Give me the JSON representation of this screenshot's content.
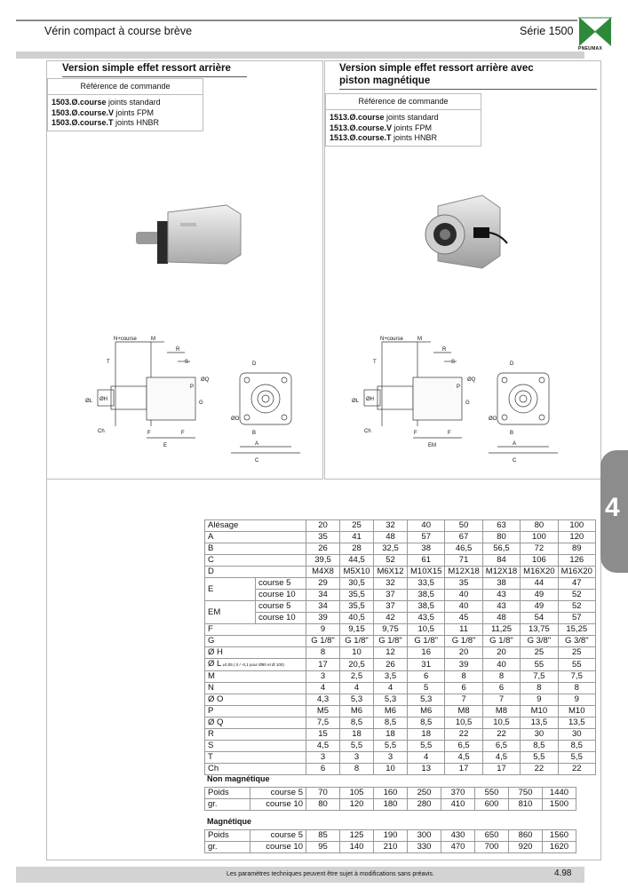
{
  "header": {
    "title": "Vérin compact à course brève",
    "serie": "Série 1500",
    "logo_text": "PNEUMAX"
  },
  "left": {
    "title": "Version simple effet ressort arrière",
    "ref_header": "Référence de commande",
    "refs": [
      {
        "code": "1503.Ø.course",
        "desc": " joints standard"
      },
      {
        "code": "1503.Ø.course.V",
        "desc": " joints FPM"
      },
      {
        "code": "1503.Ø.course.T",
        "desc": " joints HNBR"
      }
    ]
  },
  "right": {
    "title_line1": "Version simple effet ressort arrière avec",
    "title_line2": "piston magnétique",
    "ref_header": "Référence de commande",
    "refs": [
      {
        "code": "1513.Ø.course",
        "desc": " joints standard"
      },
      {
        "code": "1513.Ø.course.V",
        "desc": " joints FPM"
      },
      {
        "code": "1513.Ø.course.T",
        "desc": " joints HNBR"
      }
    ]
  },
  "drawing": {
    "n_course": "N+course",
    "m": "M",
    "r": "R",
    "s": "S",
    "t": "T",
    "p": "P",
    "oq": "ØQ",
    "oh": "ØH",
    "ol": "ØL",
    "g": "G",
    "ch": "Ch",
    "f": "F",
    "e": "E",
    "em": "EM",
    "d": "D",
    "oo": "ØO",
    "b": "B",
    "a": "A",
    "c": "C"
  },
  "tab_number": "4",
  "table": {
    "sizes": [
      "20",
      "25",
      "32",
      "40",
      "50",
      "63",
      "80",
      "100"
    ],
    "rows": [
      {
        "label": "Alésage",
        "sub": "",
        "values": [
          "20",
          "25",
          "32",
          "40",
          "50",
          "63",
          "80",
          "100"
        ]
      },
      {
        "label": "A",
        "sub": "",
        "values": [
          "35",
          "41",
          "48",
          "57",
          "67",
          "80",
          "100",
          "120"
        ]
      },
      {
        "label": "B",
        "sub": "",
        "values": [
          "26",
          "28",
          "32,5",
          "38",
          "46,5",
          "56,5",
          "72",
          "89"
        ]
      },
      {
        "label": "C",
        "sub": "",
        "values": [
          "39,5",
          "44,5",
          "52",
          "61",
          "71",
          "84",
          "106",
          "126"
        ]
      },
      {
        "label": "D",
        "sub": "",
        "values": [
          "M4X8",
          "M5X10",
          "M6X12",
          "M10X15",
          "M12X18",
          "M12X18",
          "M16X20",
          "M16X20"
        ]
      }
    ],
    "e_label": "E",
    "e_rows": [
      {
        "sub": "course 5",
        "values": [
          "29",
          "30,5",
          "32",
          "33,5",
          "35",
          "38",
          "44",
          "47"
        ]
      },
      {
        "sub": "course 10",
        "values": [
          "34",
          "35,5",
          "37",
          "38,5",
          "40",
          "43",
          "49",
          "52"
        ]
      }
    ],
    "em_label": "EM",
    "em_rows": [
      {
        "sub": "course 5",
        "values": [
          "34",
          "35,5",
          "37",
          "38,5",
          "40",
          "43",
          "49",
          "52"
        ]
      },
      {
        "sub": "course 10",
        "values": [
          "39",
          "40,5",
          "42",
          "43,5",
          "45",
          "48",
          "54",
          "57"
        ]
      }
    ],
    "rows2": [
      {
        "label": "F",
        "values": [
          "9",
          "9,15",
          "9,75",
          "10,5",
          "11",
          "11,25",
          "13,75",
          "15,25"
        ]
      },
      {
        "label": "G",
        "values": [
          "G 1/8\"",
          "G 1/8\"",
          "G 1/8\"",
          "G 1/8\"",
          "G 1/8\"",
          "G 1/8\"",
          "G 3/8\"",
          "G 3/8\""
        ]
      },
      {
        "label": "Ø H",
        "values": [
          "8",
          "10",
          "12",
          "16",
          "20",
          "20",
          "25",
          "25"
        ]
      },
      {
        "label": "Ø L",
        "note": "±0,05 ( 0 / -0,1 pour Ø80 et Ø 100)",
        "values": [
          "17",
          "20,5",
          "26",
          "31",
          "39",
          "40",
          "55",
          "55"
        ]
      },
      {
        "label": "M",
        "values": [
          "3",
          "2,5",
          "3,5",
          "6",
          "8",
          "8",
          "7,5",
          "7,5"
        ]
      },
      {
        "label": "N",
        "values": [
          "4",
          "4",
          "4",
          "5",
          "6",
          "6",
          "8",
          "8"
        ]
      },
      {
        "label": "Ø O",
        "values": [
          "4,3",
          "5,3",
          "5,3",
          "5,3",
          "7",
          "7",
          "9",
          "9"
        ]
      },
      {
        "label": "P",
        "values": [
          "M5",
          "M6",
          "M6",
          "M6",
          "M8",
          "M8",
          "M10",
          "M10"
        ]
      },
      {
        "label": "Ø Q",
        "values": [
          "7,5",
          "8,5",
          "8,5",
          "8,5",
          "10,5",
          "10,5",
          "13,5",
          "13,5"
        ]
      },
      {
        "label": "R",
        "values": [
          "15",
          "18",
          "18",
          "18",
          "22",
          "22",
          "30",
          "30"
        ]
      },
      {
        "label": "S",
        "values": [
          "4,5",
          "5,5",
          "5,5",
          "5,5",
          "6,5",
          "6,5",
          "8,5",
          "8,5"
        ]
      },
      {
        "label": "T",
        "values": [
          "3",
          "3",
          "3",
          "4",
          "4,5",
          "4,5",
          "5,5",
          "5,5"
        ]
      },
      {
        "label": "Ch",
        "values": [
          "6",
          "8",
          "10",
          "13",
          "17",
          "17",
          "22",
          "22"
        ]
      }
    ]
  },
  "weights": {
    "non_mag_title": "Non magnétique",
    "mag_title": "Magnétique",
    "poids": "Poids",
    "gr": "gr.",
    "non_mag": [
      {
        "sub": "course 5",
        "values": [
          "70",
          "105",
          "160",
          "250",
          "370",
          "550",
          "750",
          "1440"
        ]
      },
      {
        "sub": "course 10",
        "values": [
          "80",
          "120",
          "180",
          "280",
          "410",
          "600",
          "810",
          "1500"
        ]
      }
    ],
    "mag": [
      {
        "sub": "course 5",
        "values": [
          "85",
          "125",
          "190",
          "300",
          "430",
          "650",
          "860",
          "1560"
        ]
      },
      {
        "sub": "course 10",
        "values": [
          "95",
          "140",
          "210",
          "330",
          "470",
          "700",
          "920",
          "1620"
        ]
      }
    ]
  },
  "footer": {
    "note": "Les paramètres techniques peuvent être sujet à modifications sans préavis.",
    "page": "4.98"
  }
}
